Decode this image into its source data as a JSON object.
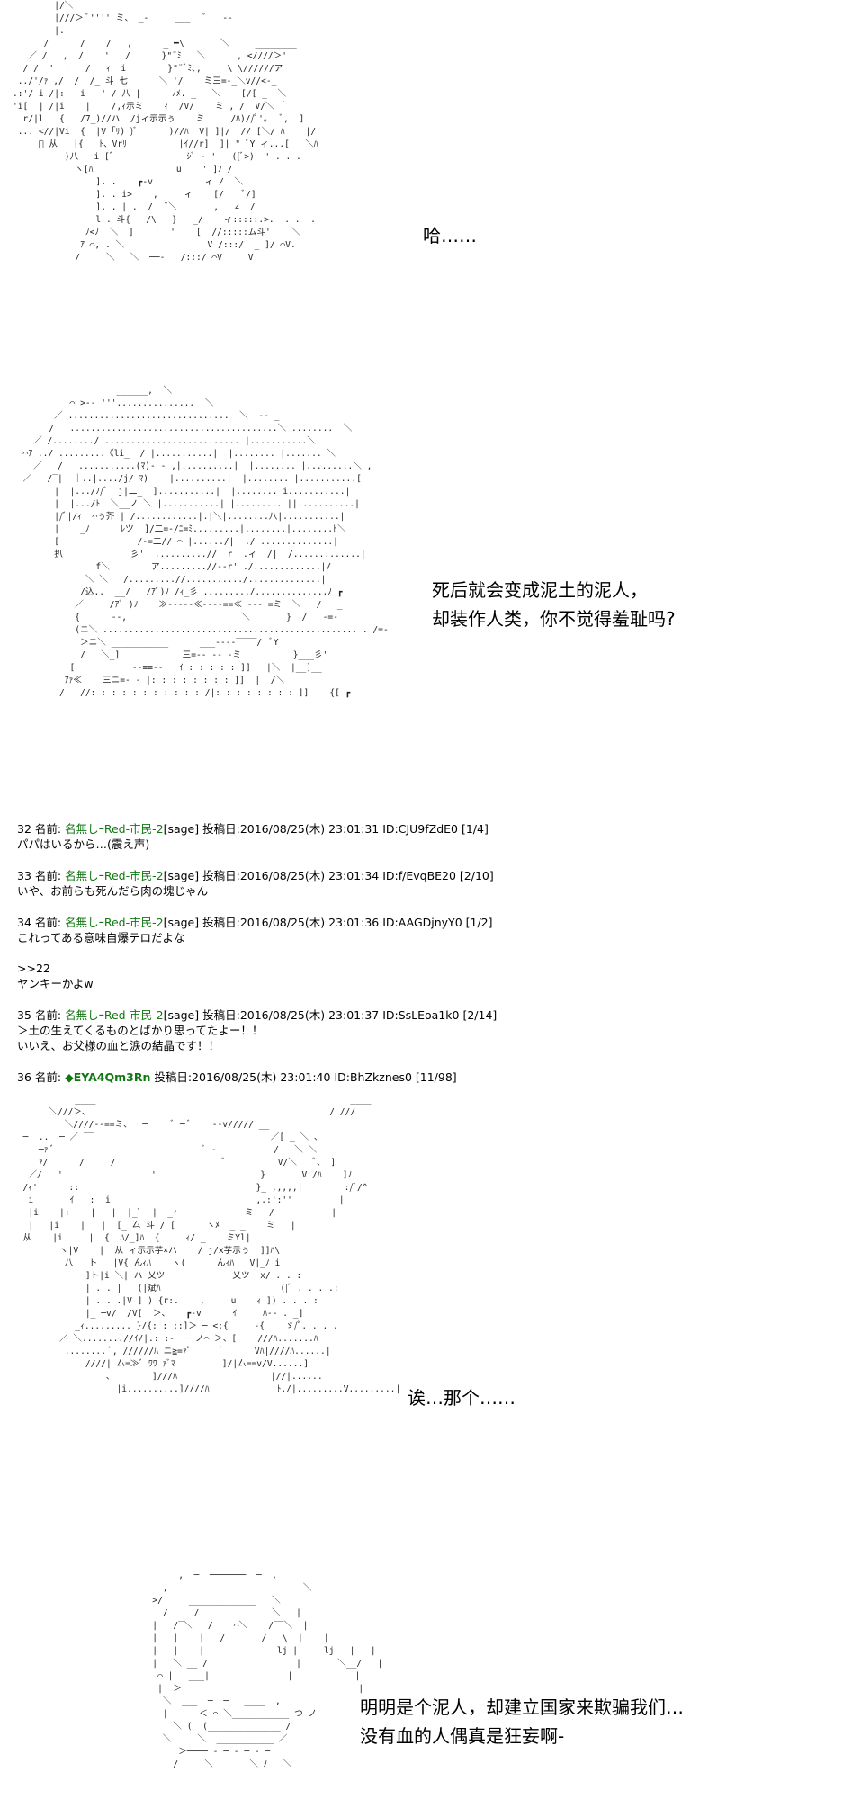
{
  "scenes": [
    {
      "art": [
        "        |/＼",
        "        |///＞ ﾞ'''' ミ、 _-     ___   ﾞ   --",
        "        |.",
        "      /      /    /   ,      _ ━\\       ＼     ________",
        "   ／ /   ,  /    '   /      }\"¨ﾐ   ＼      , <////＞'",
        "  / /  '  '   /   ｨ  i        }\"¨ﾞﾐ､,     \\ \\//////ア",
        " ../'/ｧ ,/  /  /_ 斗 七      ＼ '/    ミ三=-_＼v//<-_",
        ".:'/ i /|:   i   ' / 八 |      ﾉﾒ. _   ＼    [/[ _  ＼",
        "'i[  | /|i    |    /,ｨ示ミ    ｨ  /V/    ミ , /  V/＼ ｀",
        "  r/|l   {   /7_)//ハ  /jィ示示ぅ    ミ     /ﾊ)//ﾟ'。  ﾞ,  ]",
        " ... <//|Vi  {  |V ｢ﾘ) )ﾞ      )//ﾊ  V| ]|/  // [＼/ ﾊ    |/",
        "     ﾞ 从   |{   ﾄ、Vrﾘ          |ｲ//r]  ]| \" ﾞY ィ...[   ＼ﾊ",
        "          )八   i [ﾞ              ｼﾞ - '   ({ﾞ>)  ' . . .",
        "            ヽ[ﾊ                u    ' ]ﾉ /",
        "                ]. .    ┏-v          ィ /  ＼",
        "                ]. . i>    ,     ィ    [/    ﾞ/]",
        "                ]. . | .  /  ̄ ＼       ,   ∠  /",
        "                l . 斗{   /\\   }   _/    ィ:::::.>.  . .  .",
        "              ﾉ<ﾉ  ＼  ]    '  '    [  //:::::ム斗'    ＼",
        "             ｱ ⌒, . ＼                V /:::/  _ ]/ ⌒V.",
        "            /     ＼   ＼  ──-   /:::/ ⌒V     V"
      ],
      "text": [
        "哈……"
      ]
    },
    {
      "art": [
        "                    ______,  ＼",
        "           ⌒ >-- '''...............  ＼",
        "        ／ ...............................  ＼  -- _",
        "       /   ........................................＼ ........  ＼",
        "    ／ /......../ .......................... |...........＼",
        "  ⌒ｱ ../ .........《li_  / |...........|  |........ |....... ＼",
        "    ／   /   ...........(ﾏ)- - ,|..........|  |........ |.........＼ ,",
        "  ／   /‾|  ｜..|..../j/ ﾏ)    |..........|  |........ |...........[",
        "        |  |.../ﾉ/ﾞ  j|二_  ]...........|  |........ i...........|",
        "        |  |.../ﾄ  ＼__ノ ＼ |...........| |......... ||...........|",
        "        |/ﾞ|/ｨ  ⌒ぅ芥 | /............|.|＼|........八|...........|",
        "        |    _ﾉ      ﾚツ  ]/二=-/ﾆ=ﾐ.........|........|........ﾄ＼",
        "        [               /-=二// ⌒ |....../|  ./ ..............|",
        "        扒          ___彡'  ..........//  r  .ィ  /|  /.............|",
        "                f＼        ア.........//--r' ./.............|/",
        "              ＼ ＼   /.........//.........../..............|",
        "             /込..  __/   /ｱﾞ)ﾉ /ｨ_彡 ........./..............ﾉ ┏|",
        "            ／     /ｱﾞ )ﾉ    ≫-----≪----==≪ --- =ミ  ＼   /   _",
        "            {  ‾‾‾‾--,_____________         ＼       }  /  _-=-",
        "            (ニ＼ ................................................. . /=-",
        "             ＞ニ＼ ___________      ___----‾‾‾‾/  ﾞY",
        "             /   ＼_]            三=-- -- -ミ          }___彡'",
        "           [           --≡≡--   ｲ : : : : : ]]   |＼  |__]__",
        "          ｱｧ≪____三ニ=- - |: : : : : : : : ]]  |_ /＼ _____",
        "         /   //: : : : : : : : : : : /|: : : : : : : : ]]    {[ ┏"
      ],
      "text": [
        "死后就会变成泥土的泥人，",
        "却装作人类，你不觉得羞耻吗?"
      ]
    },
    {
      "art": [
        "            ____                                                 ____",
        "       ＼///＞、                                              / ///",
        "          ＼////--==ミ、  ─     ﾞ ─ ﾞ    --v///// __",
        "  ─  ..  ─ ／ ‾‾                                  ／[ _ ＼ 、",
        "     ─ｧ ﾞ                             ﾞ -           /   ＼ ＼",
        "     ｧ/      /     /                     ﾞ          V/＼   ﾞ、 ]",
        "   ／/   '                 '                    }       V /ﾊ    ]ﾉ",
        "  /ｨ'      ::                                  }_ ,,,,,|        :/ﾞ/^",
        "   i       ｲ   :  i                            ,.:':''         |",
        "   |i    |:    |   |  |_ﾞ  |  _ｨ             ミ   /           |",
        "   |   |i    |   |  [_ 厶 斗 / [      ヽﾒ  _ _    ミ   |",
        "  从    |i     |  {  ﾊ/_]ﾊ  {     ｨ/ _    ミYl|",
        "         ヽ|V    |  从 ィ示示芋×ハ    / j/x芋示ぅ  ]]ﾊ\\",
        "          八   ト   |V{ んｨﾊ    ヽ(      んｨﾊ   V|_ﾉ i",
        "              ]ト|i ＼| ハ 乂ツ             乂ツ  x/ . . :",
        "              | . . |   (|斌ﾊ                       (|ﾞ . . . .:",
        "              | . . .|V ] ) {r:.    ,     u    ｨ ]) . . . :",
        "              |_ ─v/  /V[  ＞、   ┏-v      ｲ     ﾊ-- . _]",
        "            _ｨ......... }/{: : ::]＞ ─ <:{     -{    ゞ/ﾟ. . . .",
        "         ／ ＼........//ｲ/|.: :-  ─ ノ⌒ ＞、[    ///ﾊ.......ﾊ",
        "          ........ ﾞ, //////ﾊ ニ≧=ｧﾟ      ﾞ      Vﾊ|////ﾊ......|",
        "              ////| 厶=≫ﾞ ﾜﾜ ｧﾞﾏ         ]/|厶==v/V......]",
        "                  ､        ]///ﾊ                  |//|......",
        "                    |i..........]////ﾊ             ﾄ./|.........V.........|"
      ],
      "text": [
        "诶…那个……"
      ]
    },
    {
      "art": [
        "                 ,  ─  ───────  ─  ,",
        "              ,                          ＼",
        "            >/     _____________   ＼",
        "              /     /              ＼   |",
        "            |   /‾＼   /    ⌒＼    /‾‾＼  |",
        "            |   |    |   /       /   \\  |    |",
        "            |   |    |              lj |     lj   |   |",
        "            |   ＼ __ /                 |       ＼__/   |",
        "             ⌒ |   ___|               |            |",
        "             |  ＞                                  |",
        "              ＼  ___  ─  ─   ____  ,",
        "              |      ＜ ⌒ ＼___________ つ ノ",
        "                ＼ (  (______________ /",
        "              ＼     ＼  ___________ ／",
        "                 ＞──── - ─ - ─ - ─",
        "                /     ＼       ＼ ﾉ   ＼"
      ],
      "text": [
        "明明是个泥人，却建立国家来欺骗我们…",
        "没有血的人偶真是狂妄啊-"
      ]
    }
  ],
  "posts": [
    {
      "num": "32",
      "label": "名前:",
      "name": "名無しｰRed-市民-2",
      "meta": "[sage] 投稿日:2016/08/25(木) 23:01:31 ID:CJU9fZdE0 [1/4]",
      "body": [
        "パパはいるから…(震え声)"
      ]
    },
    {
      "num": "33",
      "label": "名前:",
      "name": "名無しｰRed-市民-2",
      "meta": "[sage] 投稿日:2016/08/25(木) 23:01:34 ID:f/EvqBE20 [2/10]",
      "body": [
        "いや、お前らも死んだら肉の塊じゃん"
      ]
    },
    {
      "num": "34",
      "label": "名前:",
      "name": "名無しｰRed-市民-2",
      "meta": "[sage] 投稿日:2016/08/25(木) 23:01:36 ID:AAGDjnyY0 [1/2]",
      "body": [
        "これってある意味自爆テロだよな",
        "",
        ">>22",
        "ヤンキーかよw"
      ]
    },
    {
      "num": "35",
      "label": "名前:",
      "name": "名無しｰRed-市民-2",
      "meta": "[sage] 投稿日:2016/08/25(木) 23:01:37 ID:SsLEoa1k0 [2/14]",
      "body": [
        "＞土の生えてくるものとばかり思ってたよー！！",
        "いいえ、お父様の血と涙の結晶です！！"
      ]
    },
    {
      "num": "36",
      "label": "名前:",
      "trip": "◆EYA4Qm3Rn",
      "meta": "投稿日:2016/08/25(木) 23:01:40 ID:BhZkznes0 [11/98]",
      "body": []
    }
  ],
  "colors": {
    "name": "#117711",
    "text": "#000000",
    "background": "#ffffff"
  }
}
